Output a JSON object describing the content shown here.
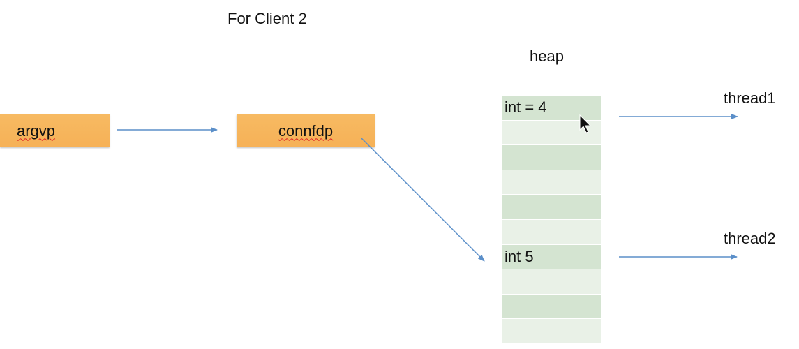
{
  "title": "For Client 2",
  "heap": {
    "label": "heap",
    "cells": [
      "int = 4",
      "",
      "",
      "",
      "",
      "",
      "int 5",
      "",
      "",
      ""
    ]
  },
  "boxes": {
    "argvp": "argvp",
    "connfdp": "connfdp"
  },
  "threads": {
    "thread1": "thread1",
    "thread2": "thread2"
  },
  "colors": {
    "box_fill": "#f6b157",
    "heap_dark": "#d4e4d1",
    "heap_light": "#e9f1e7",
    "arrow": "#5b8fc9"
  },
  "cursor": {
    "icon": "mouse-pointer-icon"
  }
}
